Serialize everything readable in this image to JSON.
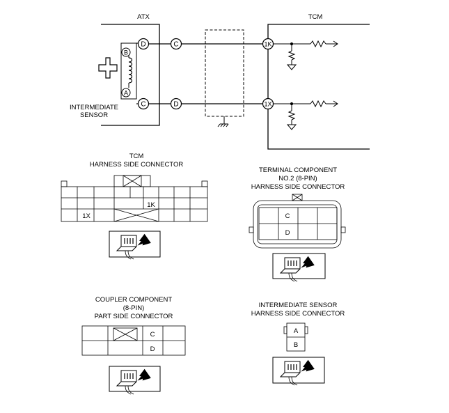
{
  "wiring": {
    "atx_label": "ATX",
    "tcm_label": "TCM",
    "sensor_label_line1": "INTERMEDIATE",
    "sensor_label_line2": "SENSOR",
    "sensor_pin_b": "B",
    "sensor_pin_a": "A",
    "atx_pin_top": "D",
    "atx_pin_bottom": "C",
    "coupler_pin_top": "C",
    "coupler_pin_bottom": "D",
    "tcm_pin_top": "1K",
    "tcm_pin_bottom": "1X"
  },
  "tcm_connector": {
    "title_line1": "TCM",
    "title_line2": "HARNESS SIDE CONNECTOR",
    "pin_1k": "1K",
    "pin_1x": "1X"
  },
  "terminal_component": {
    "title_line1": "TERMINAL COMPONENT",
    "title_line2": "NO.2 (8-PIN)",
    "title_line3": "HARNESS SIDE CONNECTOR",
    "pin_c": "C",
    "pin_d": "D"
  },
  "coupler_component": {
    "title_line1": "COUPLER COMPONENT",
    "title_line2": "(8-PIN)",
    "title_line3": "PART SIDE CONNECTOR",
    "pin_c": "C",
    "pin_d": "D"
  },
  "intermediate_sensor": {
    "title_line1": "INTERMEDIATE SENSOR",
    "title_line2": "HARNESS SIDE CONNECTOR",
    "pin_a": "A",
    "pin_b": "B"
  }
}
